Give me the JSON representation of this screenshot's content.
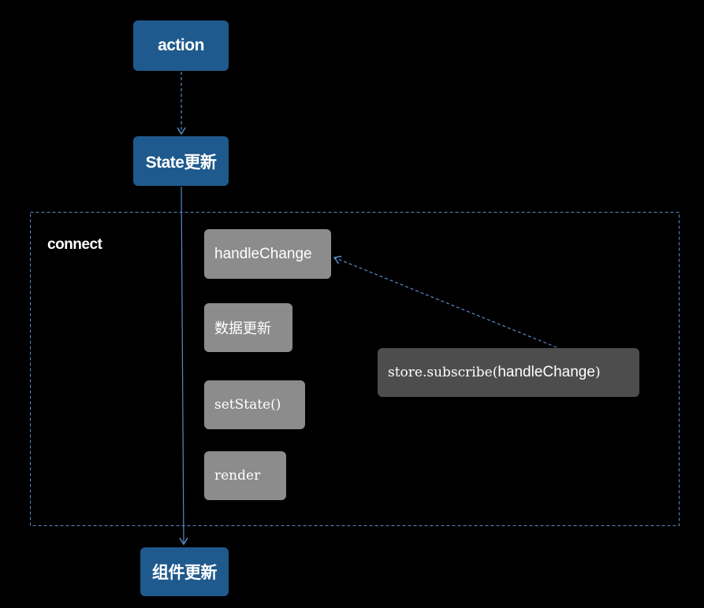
{
  "nodes": {
    "action": "action",
    "state_update": "State更新",
    "component_update": "组件更新"
  },
  "connect": {
    "label": "connect",
    "steps": {
      "handle_change": "handleChange",
      "data_update": "数据更新",
      "set_state": "setState()",
      "render": "render"
    },
    "subscribe": {
      "prefix": "store.subscribe(",
      "arg": "handleChange",
      "suffix": ")"
    }
  },
  "colors": {
    "blue_node": "#1f5a8e",
    "gray_node": "#8c8c8c",
    "dark_node": "#4d4d4d",
    "connector": "#5b8ac4"
  }
}
